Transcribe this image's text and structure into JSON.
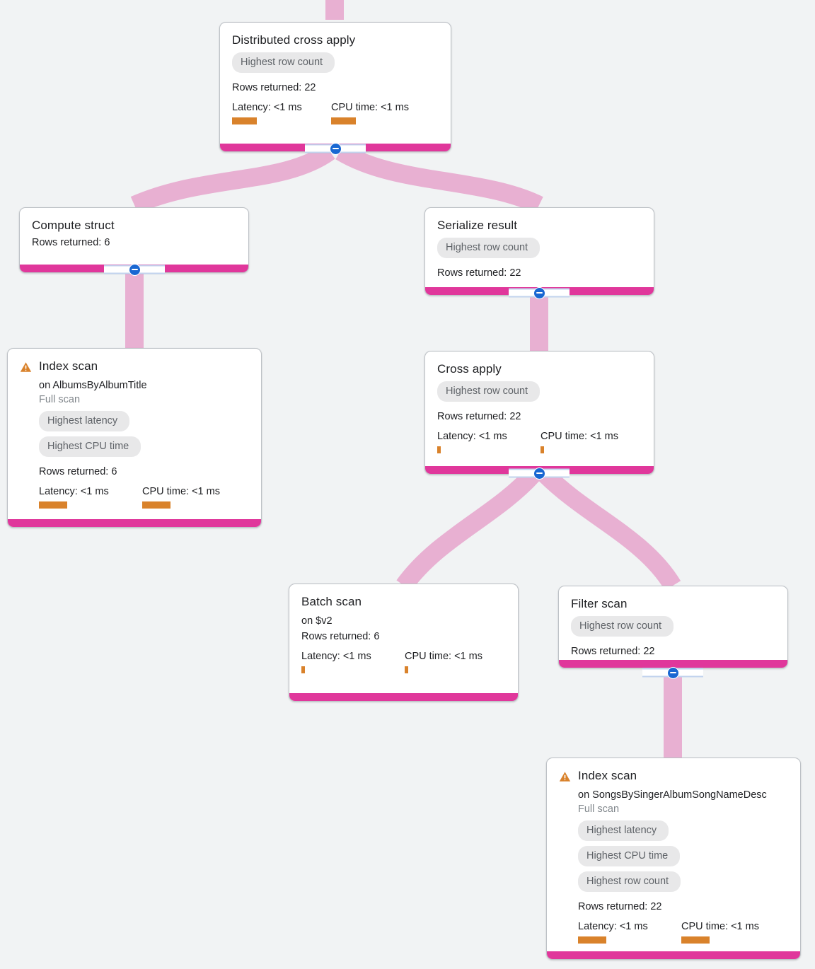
{
  "canvas": {
    "background": "#f1f3f4",
    "edge_color": "#e8b0d2",
    "footer_color": "#e0379b",
    "accent_orange": "#d9822b",
    "chip_bg": "#e8e8e9",
    "toggle_color": "#1967d2"
  },
  "labels": {
    "rows_returned_prefix": "Rows returned: ",
    "latency_label": "Latency: ",
    "cpu_label": "CPU time: ",
    "on_prefix": "on ",
    "collapse_toggle": "collapse-toggle"
  },
  "nodes": [
    {
      "id": "distributed-cross-apply",
      "title": "Distributed cross apply",
      "chips": [
        "Highest row count"
      ],
      "rows_returned": "Rows returned: 22",
      "latency": "Latency: <1 ms",
      "cpu_time": "CPU time: <1 ms",
      "warning": false
    },
    {
      "id": "compute-struct",
      "title": "Compute struct",
      "chips": [],
      "rows_returned": "Rows returned: 6",
      "warning": false
    },
    {
      "id": "serialize-result",
      "title": "Serialize result",
      "chips": [
        "Highest row count"
      ],
      "rows_returned": "Rows returned: 22",
      "warning": false
    },
    {
      "id": "index-scan-albums",
      "title": "Index scan",
      "subtitle": "on AlbumsByAlbumTitle",
      "scan_type": "Full scan",
      "chips": [
        "Highest latency",
        "Highest CPU time"
      ],
      "rows_returned": "Rows returned: 6",
      "latency": "Latency: <1 ms",
      "cpu_time": "CPU time: <1 ms",
      "warning": true
    },
    {
      "id": "cross-apply",
      "title": "Cross apply",
      "chips": [
        "Highest row count"
      ],
      "rows_returned": "Rows returned: 22",
      "latency": "Latency: <1 ms",
      "cpu_time": "CPU time: <1 ms",
      "warning": false
    },
    {
      "id": "batch-scan",
      "title": "Batch scan",
      "subtitle": "on $v2",
      "chips": [],
      "rows_returned": "Rows returned: 6",
      "latency": "Latency: <1 ms",
      "cpu_time": "CPU time: <1 ms",
      "warning": false
    },
    {
      "id": "filter-scan",
      "title": "Filter scan",
      "chips": [
        "Highest row count"
      ],
      "rows_returned": "Rows returned: 22",
      "warning": false
    },
    {
      "id": "index-scan-songs",
      "title": "Index scan",
      "subtitle": "on SongsBySingerAlbumSongNameDesc",
      "scan_type": "Full scan",
      "chips": [
        "Highest latency",
        "Highest CPU time",
        "Highest row count"
      ],
      "rows_returned": "Rows returned: 22",
      "latency": "Latency: <1 ms",
      "cpu_time": "CPU time: <1 ms",
      "warning": true
    }
  ]
}
